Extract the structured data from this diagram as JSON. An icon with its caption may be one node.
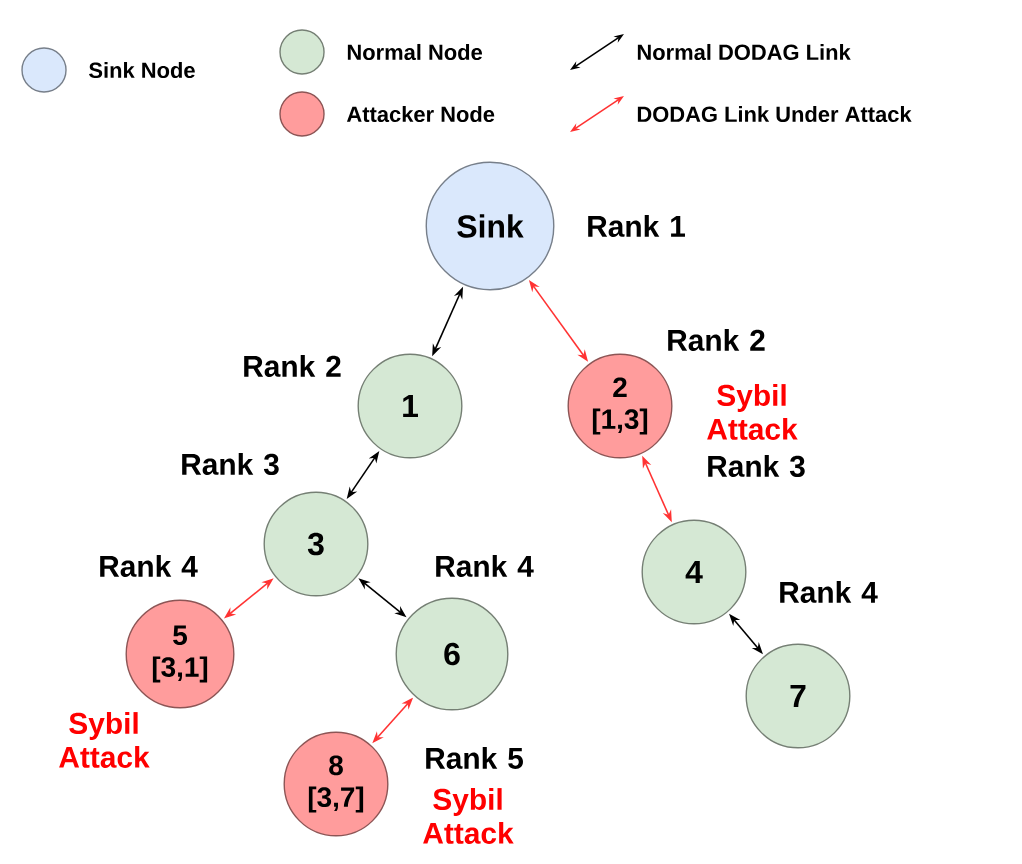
{
  "diagram": {
    "nodes": [
      {
        "text": [
          "Sink"
        ],
        "beside": [
          "Rank 1"
        ]
      },
      {
        "text": [
          "1"
        ],
        "beside": [
          "Rank 2"
        ]
      },
      {
        "text": [
          "2",
          "[1,3]"
        ],
        "beside": [
          "Rank 2",
          "Sybil Attack"
        ]
      },
      {
        "text": [
          "3"
        ],
        "beside": [
          "Rank 3"
        ]
      },
      {
        "text": [
          "4"
        ],
        "beside": [
          "Rank 3"
        ]
      },
      {
        "text": [
          "5",
          "[3,1]"
        ],
        "beside": [
          "Rank 4",
          "Sybil Attack"
        ]
      },
      {
        "text": [
          "6"
        ],
        "beside": [
          "Rank 4"
        ]
      },
      {
        "text": [
          "7"
        ],
        "beside": [
          "Rank 4"
        ]
      },
      {
        "text": [
          "8",
          "[3,7]"
        ],
        "beside": [
          "Rank 5",
          "Sybil Attack"
        ]
      }
    ],
    "edges": [
      {
        "from": 0,
        "to": 1,
        "arrow": "both"
      },
      {
        "from": 0,
        "to": 2,
        "arrow": "both",
        "color": "#ff3333"
      },
      {
        "from": 1,
        "to": 3,
        "arrow": "both"
      },
      {
        "from": 2,
        "to": 4,
        "arrow": "both",
        "color": "#ff3333"
      },
      {
        "from": 3,
        "to": 5,
        "arrow": "both",
        "color": "#ff3333"
      },
      {
        "from": 3,
        "to": 6,
        "arrow": "both"
      },
      {
        "from": 6,
        "to": 8,
        "arrow": "both",
        "color": "#ff3333"
      },
      {
        "from": 4,
        "to": 7,
        "arrow": "both"
      }
    ],
    "legend": [
      {
        "text": "Sink Node",
        "color": "#dae8fc"
      },
      {
        "text": "Normal Node",
        "color": "#d5e8d4"
      },
      {
        "text": "Attacker Node",
        "color": "#ff9c9c"
      },
      {
        "text": "Normal DODAG Link"
      },
      {
        "text": "DODAG Link Under Attack"
      }
    ]
  }
}
